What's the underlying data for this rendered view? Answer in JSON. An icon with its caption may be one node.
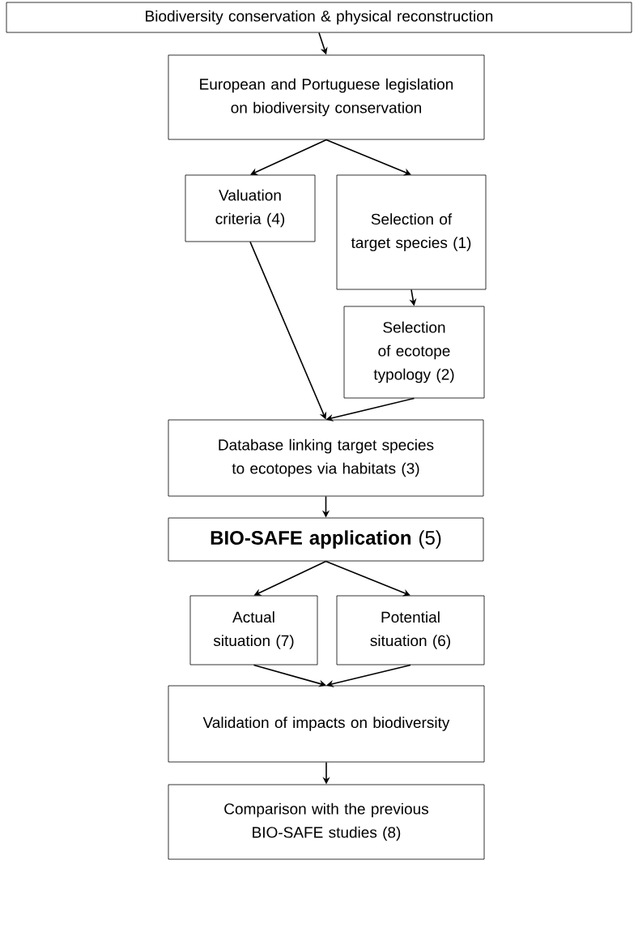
{
  "diagram": {
    "nodes": [
      {
        "text": [
          "Biodiversity conservation & physical reconstruction"
        ]
      },
      {
        "text": [
          "European and Portuguese legislation on biodiversity conservation"
        ]
      },
      {
        "text": [
          "Valuation criteria (4)"
        ]
      },
      {
        "text": [
          "Selection of target species (1)"
        ]
      },
      {
        "text": [
          "Selection of ecotope typology (2)"
        ]
      },
      {
        "text": [
          "Database linking target species to ecotopes via habitats (3)"
        ]
      },
      {
        "text": [
          "**BIO-SAFE application** (5)"
        ]
      },
      {
        "text": [
          "Actual situation (7)"
        ]
      },
      {
        "text": [
          "Potential situation (6)"
        ]
      },
      {
        "text": [
          "Validation of impacts on biodiversity"
        ]
      },
      {
        "text": [
          "Comparison with the previous BIO-SAFE studies (8)"
        ]
      }
    ],
    "edges": [
      {
        "from": 0,
        "to": 1,
        "arrow": "to"
      },
      {
        "from": 1,
        "to": 2,
        "arrow": "to"
      },
      {
        "from": 1,
        "to": 3,
        "arrow": "to"
      },
      {
        "from": 3,
        "to": 4,
        "arrow": "to"
      },
      {
        "from": 2,
        "to": 5,
        "arrow": "to"
      },
      {
        "from": 4,
        "to": 5,
        "arrow": "to"
      },
      {
        "from": 5,
        "to": 6,
        "arrow": "to"
      },
      {
        "from": 6,
        "to": 7,
        "arrow": "to"
      },
      {
        "from": 6,
        "to": 8,
        "arrow": "to"
      },
      {
        "from": 7,
        "to": 9,
        "arrow": "to"
      },
      {
        "from": 8,
        "to": 9,
        "arrow": "to"
      },
      {
        "from": 9,
        "to": 10,
        "arrow": "to"
      }
    ]
  }
}
